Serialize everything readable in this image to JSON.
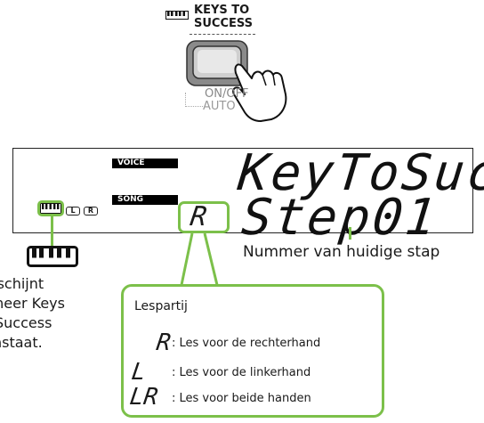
{
  "button_panel": {
    "title_line1": "KEYS TO",
    "title_line2": "SUCCESS",
    "onoff_label": "ON/OFF",
    "auto_label": "AUTO"
  },
  "display": {
    "voice_badge": "VOICE",
    "song_badge": "SONG",
    "line1": "KeyToSuc",
    "line2": "Step01",
    "part_indicator": "R",
    "left_indicator": "L",
    "right_indicator": "R"
  },
  "left_note": {
    "lines": [
      "rschijnt",
      "nneer Keys",
      "Success",
      "nstaat."
    ]
  },
  "step_note": "Nummer van huidige stap",
  "legend": {
    "title": "Lespartij",
    "items": [
      {
        "symbol": "R",
        "text": ": Les voor de rechterhand"
      },
      {
        "symbol": "L",
        "text": ": Les voor de linkerhand"
      },
      {
        "symbol": "LR",
        "text": ": Les voor beide handen"
      }
    ]
  },
  "colors": {
    "highlight": "#7cc04a",
    "badge_bg": "#000000"
  }
}
